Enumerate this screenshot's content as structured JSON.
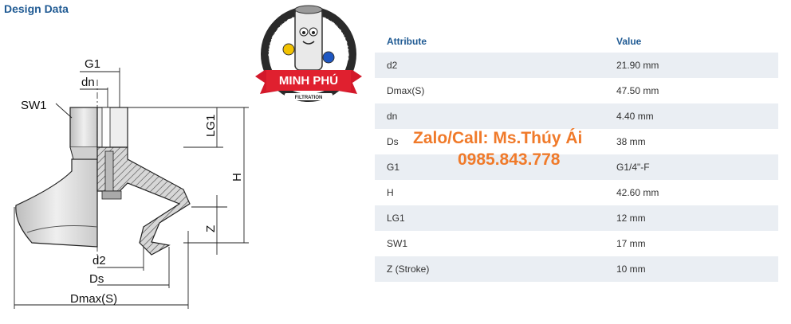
{
  "section_title": "Design Data",
  "drawing_labels": {
    "g1": "G1",
    "dn": "dn",
    "sw1": "SW1",
    "lg1": "LG1",
    "h": "H",
    "z": "Z",
    "d2": "d2",
    "ds": "Ds",
    "dmax": "Dmax(S)"
  },
  "logo": {
    "brand": "MINH PHÚ",
    "ring_left": "QUALITY GUARANTEED",
    "ring_right": "QUALITY GUARANTEED",
    "sub": "FILTRATION"
  },
  "contact": {
    "line1": "Zalo/Call: Ms.Thúy Ái",
    "line2": "0985.843.778"
  },
  "table": {
    "headers": [
      "Attribute",
      "Value"
    ],
    "rows": [
      [
        "d2",
        "21.90 mm"
      ],
      [
        "Dmax(S)",
        "47.50 mm"
      ],
      [
        "dn",
        "4.40 mm"
      ],
      [
        "Ds",
        "38 mm"
      ],
      [
        "G1",
        "G1/4\"-F"
      ],
      [
        "H",
        "42.60 mm"
      ],
      [
        "LG1",
        "12 mm"
      ],
      [
        "SW1",
        "17 mm"
      ],
      [
        "Z (Stroke)",
        "10 mm"
      ]
    ]
  },
  "colors": {
    "title": "#1f5a93",
    "row_alt": "#eaeef3",
    "contact": "#f07a2a",
    "logo_red": "#d3182a",
    "logo_dark": "#2a2a2a"
  }
}
